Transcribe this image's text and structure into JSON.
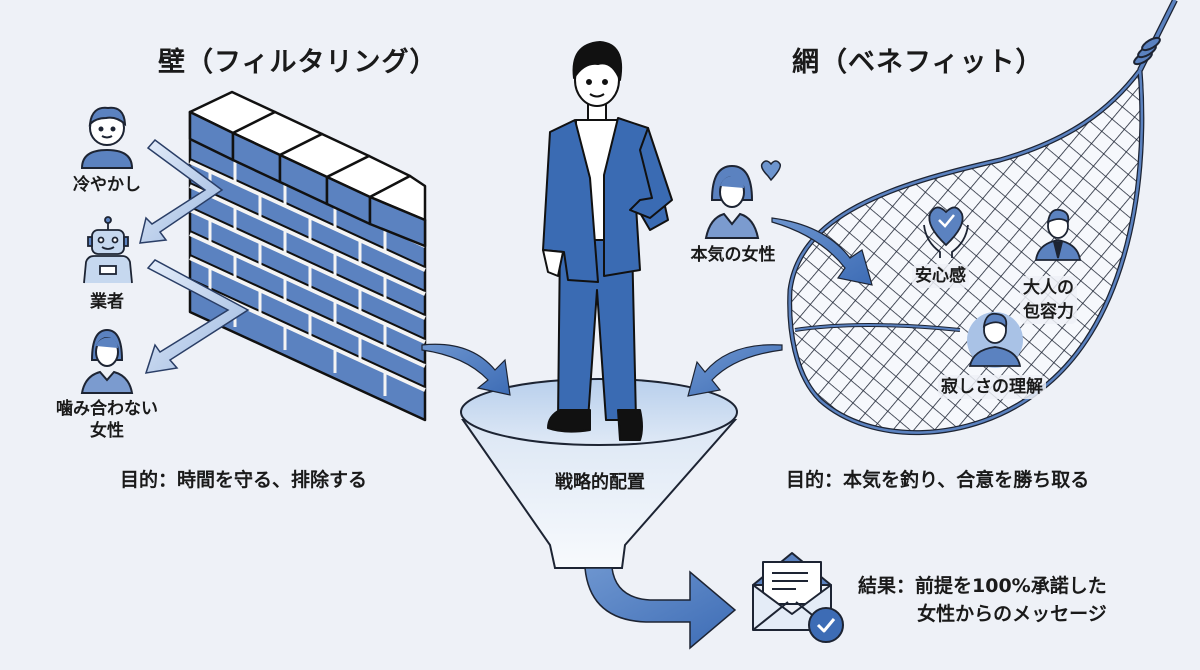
{
  "wall_section": {
    "title": "壁（フィルタリング）",
    "rejected": [
      {
        "label": "冷やかし",
        "icon": "man-icon"
      },
      {
        "label": "業者",
        "icon": "robot-icon"
      },
      {
        "label_lines": [
          "噛み合わない",
          "女性"
        ],
        "icon": "woman-icon"
      }
    ],
    "purpose": "目的：時間を守る、排除する"
  },
  "center": {
    "figure": "man-in-suit",
    "funnel_label": "戦略的配置"
  },
  "net_section": {
    "title": "網（ベネフィット）",
    "incoming": {
      "label": "本気の女性",
      "icon": "woman-heart-icon"
    },
    "benefits": [
      {
        "label": "安心感",
        "icon": "heart-hands-icon"
      },
      {
        "label_lines": [
          "大人の",
          "包容力"
        ],
        "icon": "businessman-icon"
      },
      {
        "label": "寂しさの理解",
        "icon": "person-circle-icon"
      }
    ],
    "purpose": "目的：本気を釣り、合意を勝ち取る"
  },
  "result": {
    "icon": "envelope-check-icon",
    "lines": [
      "結果：前提を100%承諾した",
      "女性からのメッセージ"
    ]
  },
  "colors": {
    "background": "#eef1f7",
    "brick": "#4f78b8",
    "accent_blue": "#3d6cb5",
    "light_blue": "#c6d8ef",
    "outline": "#1a1a1a"
  }
}
